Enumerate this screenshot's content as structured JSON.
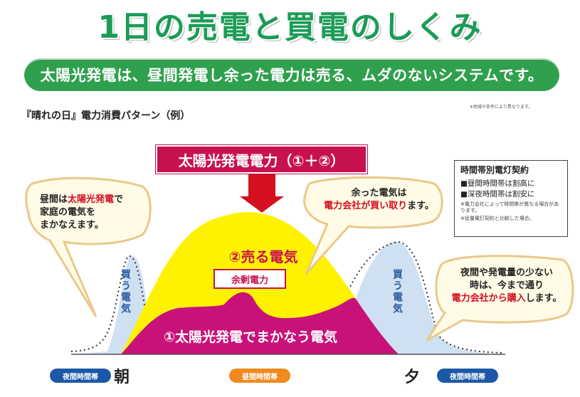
{
  "title": "1日の売電と買電のしくみ",
  "banner": "太陽光発電は、昼間発電し余った電力は売る、ムダのないシステムです。",
  "fine_note": "※地域や条件により異なります。",
  "subtitle": "『晴れの日』電力消費パターン（例）",
  "top_label": "太陽光発電電力（①＋②）",
  "contract": {
    "title": "時間帯別電灯契約",
    "day": "■昼間時間帯は割高に",
    "night": "■深夜時間帯は割安に",
    "note1": "※電力会社によって時間帯が異なる場合があります。",
    "note2": "※従量電灯契約と比較した場合。"
  },
  "bubble_left": {
    "line1_a": "昼間は",
    "line1_b": "太陽光発電",
    "line1_c": "で",
    "line2": "家庭の電気を",
    "line3": "まかなえます。"
  },
  "bubble_mid": {
    "line1": "余った電気は",
    "line2_a": "電力会社が買い取り",
    "line2_b": "ます。"
  },
  "bubble_right": {
    "line1": "夜間や発電量の少ない",
    "line2": "時は、今まで通り",
    "line3_a": "電力会社から購入",
    "line3_b": "します。"
  },
  "buy_left": "買う電気",
  "buy_right": "買う電気",
  "sell_label": "②売る電気",
  "surplus_label": "余剰電力",
  "cover_label": "①太陽光発電でまかなう電気",
  "time_labels": {
    "night_left": "夜間時間帯",
    "morning": "朝",
    "day": "昼間時間帯",
    "evening": "夕",
    "night_right": "夜間時間帯"
  },
  "colors": {
    "title": "#1b9c56",
    "banner": "#2fa04e",
    "accent_red": "#c8124f",
    "sell_yellow": "#fff200",
    "cover_magenta": "#c8127a",
    "buy_blue": "#cfe0f2",
    "night_pill": "#1d58a8",
    "day_pill": "#f08a1e"
  }
}
